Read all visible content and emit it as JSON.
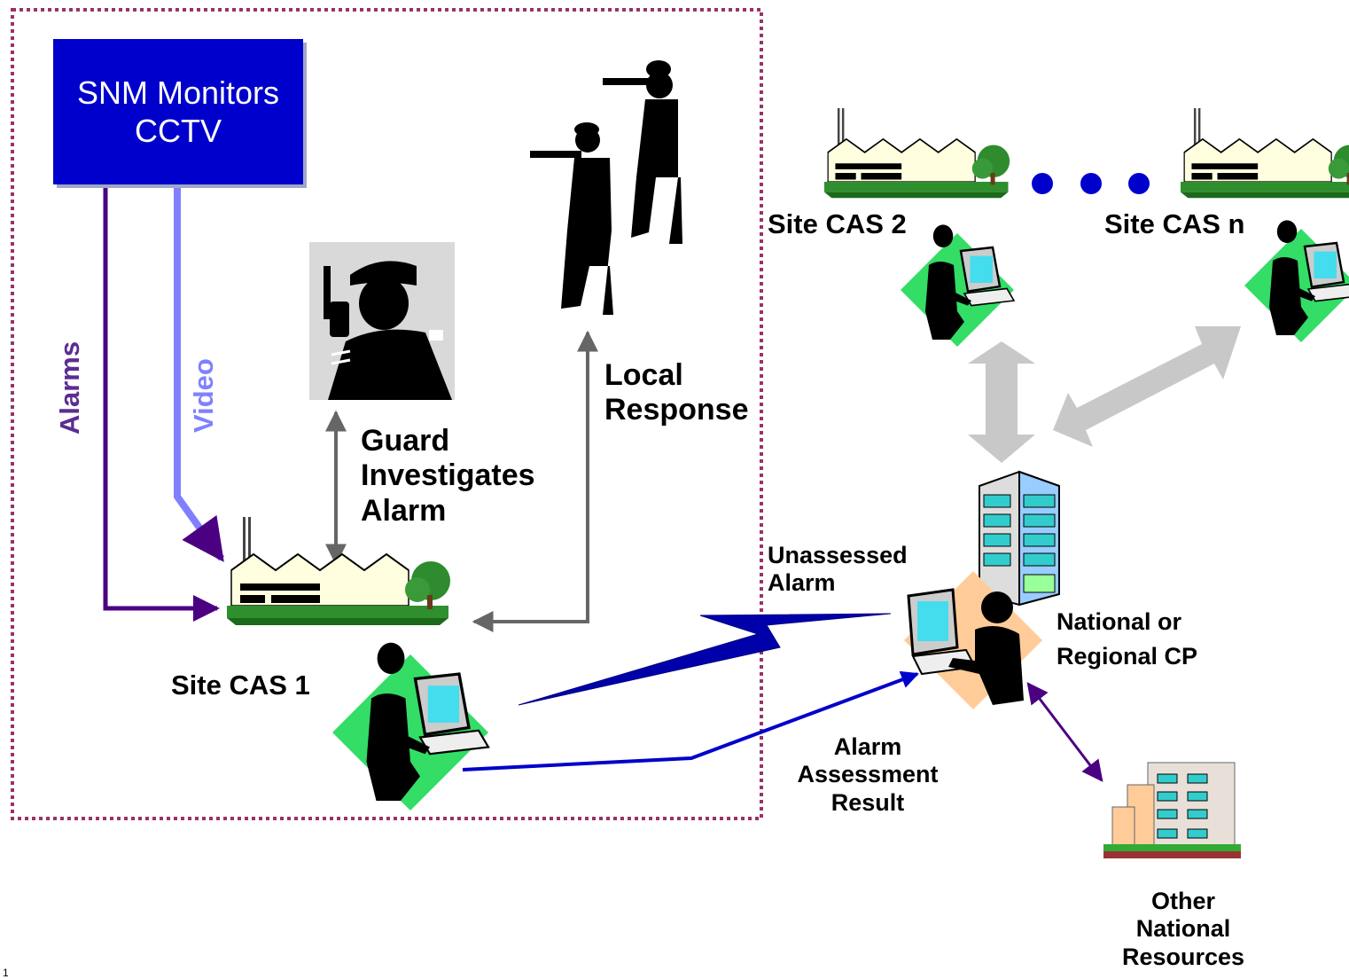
{
  "snm_box": {
    "line1": "SNM Monitors",
    "line2": "CCTV"
  },
  "flows": {
    "alarms": "Alarms",
    "video": "Video"
  },
  "guard": {
    "line1": "Guard",
    "line2": "Investigates",
    "line3": "Alarm"
  },
  "local_response": {
    "line1": "Local",
    "line2": "Response"
  },
  "sites": {
    "site1": "Site CAS 1",
    "site2": "Site CAS 2",
    "siten": "Site CAS n"
  },
  "unassessed": {
    "line1": "Unassessed",
    "line2": "Alarm"
  },
  "assessment": {
    "line1": "Alarm",
    "line2": "Assessment",
    "line3": "Result"
  },
  "national": {
    "line1": "National or",
    "line2": "Regional CP"
  },
  "other": {
    "line1": "Other",
    "line2": "National",
    "line3": "Resources"
  },
  "page_number": "1",
  "colors": {
    "boundary": "#993366",
    "snm_box": "#0000cc",
    "alarms": "#4b0082",
    "video": "#8080ff",
    "gray_arrow": "#666666",
    "link": "#0000cc",
    "wide_arrow": "#c8c8c8",
    "ellipsis": "#0000cc"
  },
  "icons": [
    "factory-icon",
    "operator-workstation-icon",
    "guard-radio-icon",
    "armed-officers-icon",
    "office-building-icon",
    "apartment-building-icon",
    "lightning-bolt-icon"
  ]
}
